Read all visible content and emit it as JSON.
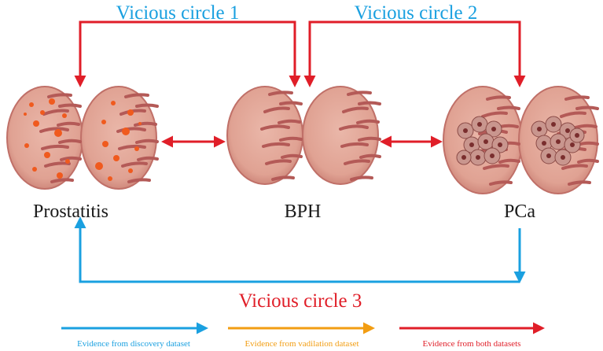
{
  "cycles": [
    {
      "label": "Vicious circle 1",
      "color": "#1aa0e0"
    },
    {
      "label": "Vicious circle 2",
      "color": "#1aa0e0"
    },
    {
      "label": "Vicious circle 3",
      "color": "#e01e28"
    }
  ],
  "organs": [
    {
      "label": "Prostatitis",
      "pattern": "inflammation-dots"
    },
    {
      "label": "BPH",
      "pattern": "stripes"
    },
    {
      "label": "PCa",
      "pattern": "tumor-cells"
    }
  ],
  "legend": [
    {
      "label": "Evidence from discovery dataset",
      "color": "#1aa0e0"
    },
    {
      "label": "Evidence from vadilation dataset",
      "color": "#f29d12"
    },
    {
      "label": "Evidence from both datasets",
      "color": "#e01e28"
    }
  ],
  "colors": {
    "red_arrow": "#e01e28",
    "blue_arrow": "#1aa0e0",
    "gland_outer": "#c97a72",
    "gland_inner": "#e7aea0",
    "stripe": "#b45a57",
    "inflammation": "#f05a1e"
  }
}
